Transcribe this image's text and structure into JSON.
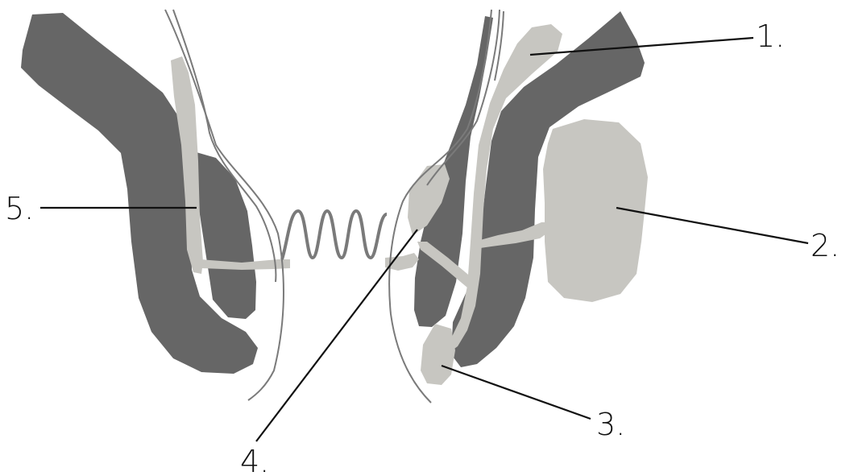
{
  "diagram": {
    "colors": {
      "muscle": "#666666",
      "tissue": "#c7c6c1",
      "outline": "#7a7a7a",
      "leader": "#111111",
      "background": "#ffffff"
    },
    "labels": [
      {
        "id": "1",
        "text": "1."
      },
      {
        "id": "2",
        "text": "2."
      },
      {
        "id": "3",
        "text": "3."
      },
      {
        "id": "4",
        "text": "4."
      },
      {
        "id": "5",
        "text": "5."
      }
    ]
  }
}
